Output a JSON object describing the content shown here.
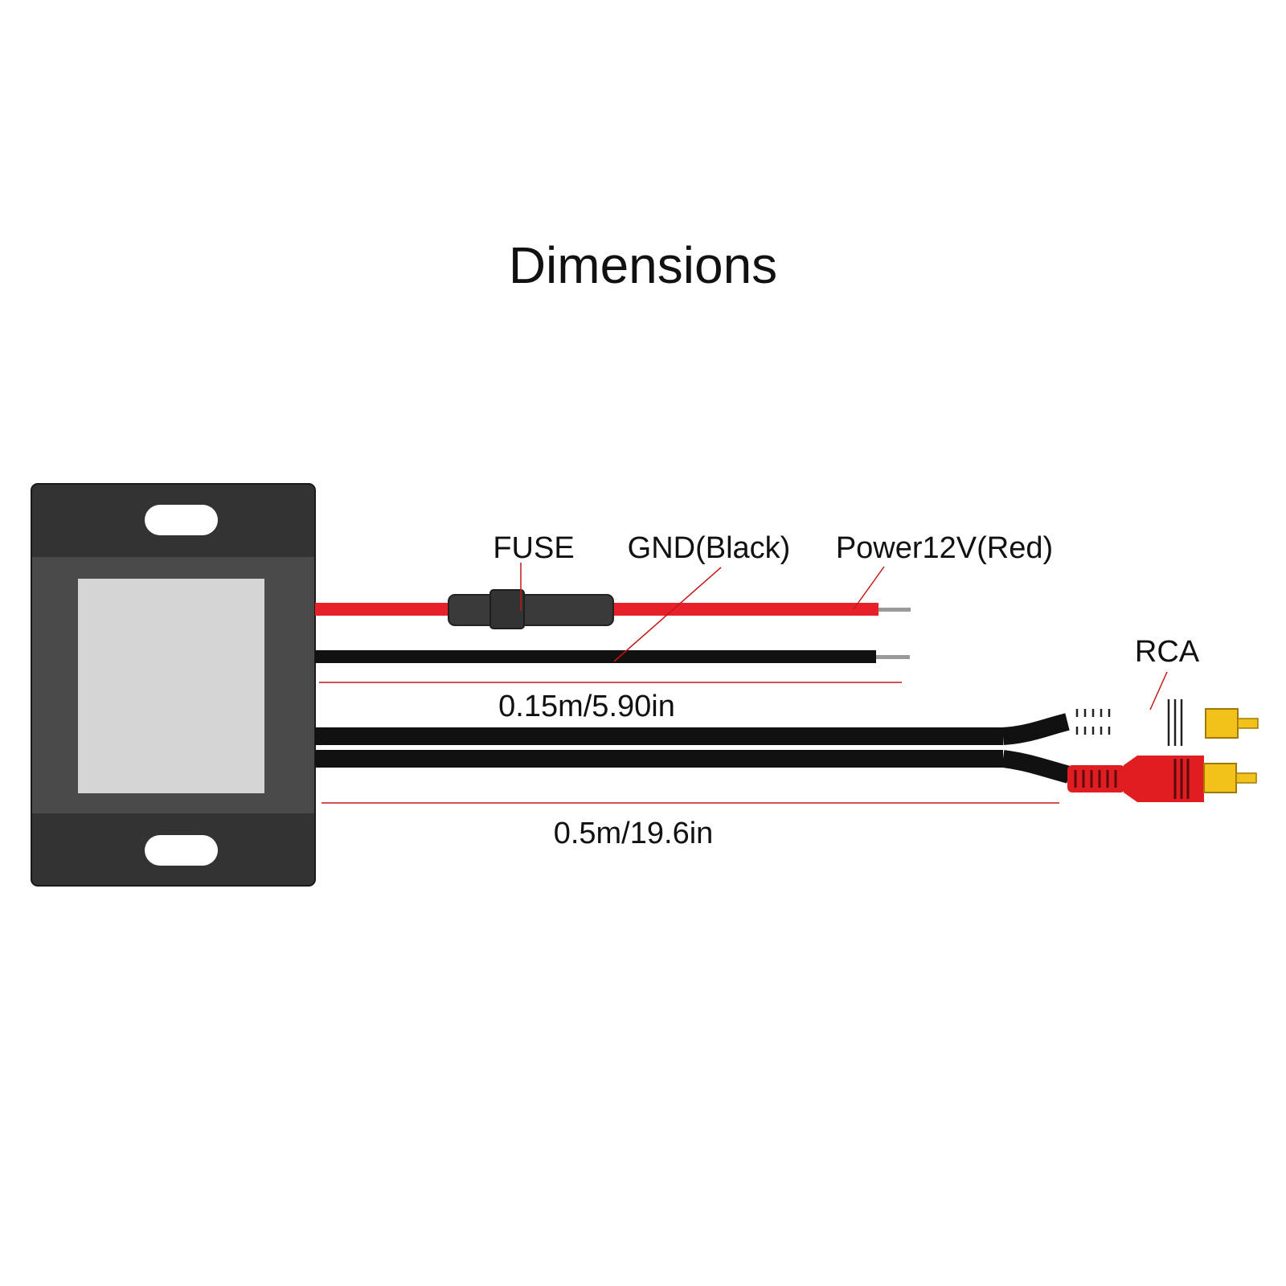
{
  "title": "Dimensions",
  "labels": {
    "fuse": "FUSE",
    "gnd": "GND(Black)",
    "power": "Power12V(Red)",
    "rca": "RCA",
    "short_length": "0.15m/5.90in",
    "long_length": "0.5m/19.6in"
  },
  "colors": {
    "red_wire": "#e8202a",
    "black_wire": "#111111",
    "module_dark": "#333333",
    "module_mid": "#4a4a4a",
    "module_face": "#d5d5d5",
    "callout_line": "#c01818",
    "rca_yellow": "#f2c21b",
    "rca_red": "#e01e22"
  }
}
